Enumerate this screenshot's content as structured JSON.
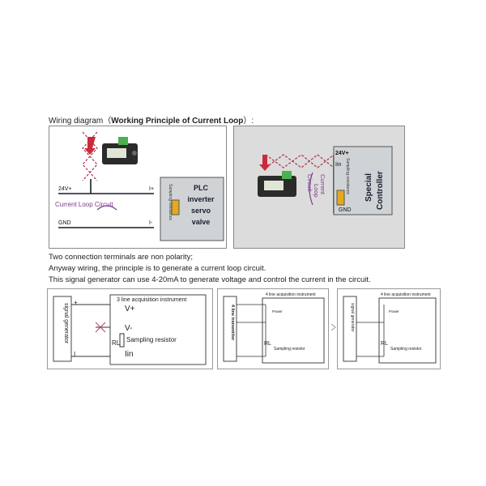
{
  "heading": {
    "prefix": "Wiring diagram（",
    "bold": "Working Principle of Current Loop",
    "suffix": "）:"
  },
  "diagram_left": {
    "v24": "24V+",
    "gnd": "GND",
    "iplus": "I+",
    "iminus": "I-",
    "loop_label": "Current Loop Circuit",
    "sampling": "Sampling resistance",
    "device_lines": [
      "PLC",
      "inverter",
      "servo",
      "valve"
    ]
  },
  "diagram_right": {
    "v24": "24V+",
    "iin": "Iin",
    "gnd": "GND",
    "loop_label_lines": [
      "Current",
      "Loop",
      "Circuit"
    ],
    "sampling": "Sampling resistance",
    "controller_lines": [
      "Special",
      "Controller"
    ]
  },
  "notes": [
    "Two connection terminals are non polarity;",
    "Anyway wiring, the principle is to generate a current loop circuit.",
    "This signal generator can use 4-20mA to generate voltage and control the current in the circuit."
  ],
  "bottom_left": {
    "generator": "signal generator",
    "plus": "+",
    "minus": "I",
    "instrument": "3 line acquisition instrument",
    "vplus": "V+",
    "vminus": "V-",
    "sampling": "Sampling resistor",
    "rl": "RL",
    "iin": "Iin"
  },
  "bottom_mid": {
    "transmitter": "4 line transmitter",
    "instrument": "4 line acquisition instrument",
    "power": "Power",
    "rl": "RL",
    "sampling": "Sampling resistor"
  },
  "bottom_right": {
    "generator": "signal generator",
    "instrument": "4 line acquisition instrument",
    "power": "Power",
    "rl": "RL",
    "sampling": "Sampling resistor"
  },
  "colors": {
    "wire": "#1a1a2e",
    "loop": "#7a3a8a",
    "dashed": "#b03050",
    "resistor": "#e6a91a",
    "panel": "#dcdcdc",
    "device": "#cfd3d6"
  }
}
